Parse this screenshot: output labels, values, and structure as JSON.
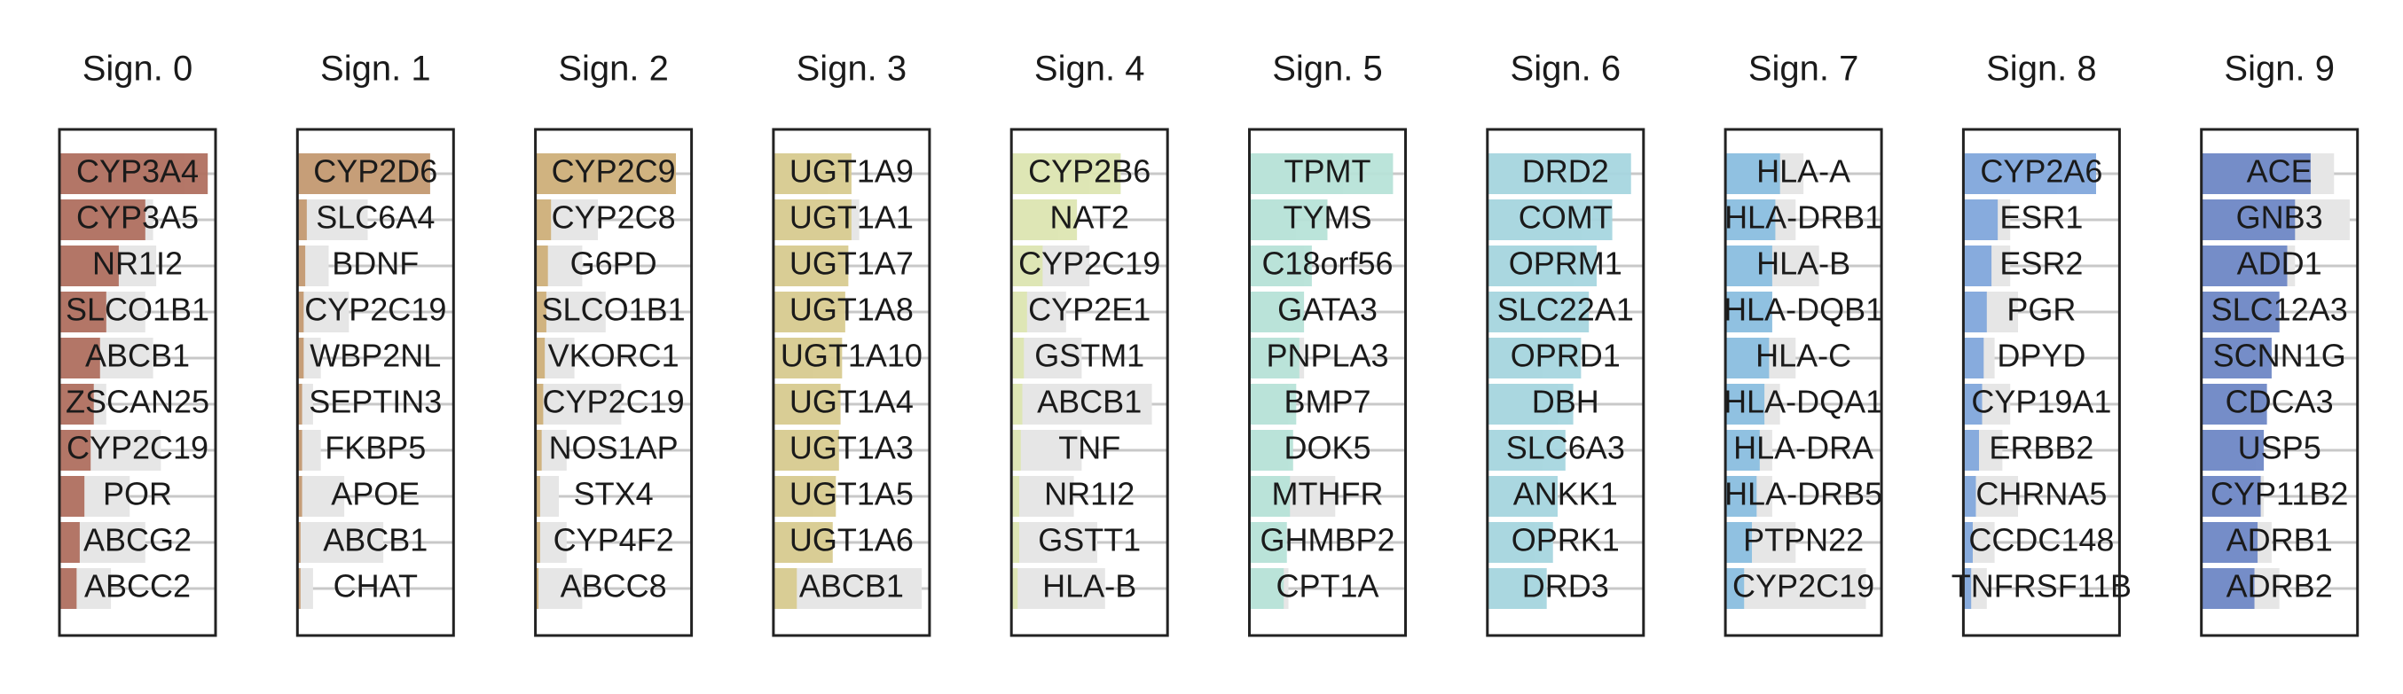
{
  "figure": {
    "background": "#ffffff",
    "track_color": "#c8c8c8",
    "reference_bar_color": "#e6e6e6",
    "frame_color": "#222222"
  },
  "chart_data": {
    "type": "bar",
    "orientation": "horizontal",
    "grid": false,
    "legend": "none",
    "xlim": [
      0,
      1
    ],
    "note_on_values": "Each panel shows 10 genes; value = relative bar length (fraction of panel width), estimated from the image. 'ref' = light-grey background bar.",
    "panels": [
      {
        "title": "Sign. 0",
        "color": "#b07060",
        "categories": [
          "CYP3A4",
          "CYP3A5",
          "NR1I2",
          "SLCO1B1",
          "ABCB1",
          "ZSCAN25",
          "CYP2C19",
          "POR",
          "ABCG2",
          "ABCC2"
        ],
        "values": [
          0.95,
          0.55,
          0.38,
          0.3,
          0.26,
          0.22,
          0.2,
          0.16,
          0.13,
          0.11
        ],
        "ref": [
          0.8,
          0.6,
          0.62,
          0.55,
          0.6,
          0.3,
          0.65,
          0.45,
          0.55,
          0.33
        ]
      },
      {
        "title": "Sign. 1",
        "color": "#c49a72",
        "categories": [
          "CYP2D6",
          "SLC6A4",
          "BDNF",
          "CYP2C19",
          "WBP2NL",
          "SEPTIN3",
          "FKBP5",
          "APOE",
          "ABCB1",
          "CHAT"
        ],
        "values": [
          0.85,
          0.06,
          0.05,
          0.04,
          0.04,
          0.03,
          0.03,
          0.03,
          0.02,
          0.02
        ],
        "ref": [
          0.85,
          0.45,
          0.2,
          0.33,
          0.15,
          0.1,
          0.15,
          0.3,
          0.55,
          0.1
        ]
      },
      {
        "title": "Sign. 2",
        "color": "#cfb07a",
        "categories": [
          "CYP2C9",
          "CYP2C8",
          "G6PD",
          "SLCO1B1",
          "VKORC1",
          "CYP2C19",
          "NOS1AP",
          "STX4",
          "CYP4F2",
          "ABCC8"
        ],
        "values": [
          0.9,
          0.1,
          0.08,
          0.07,
          0.06,
          0.05,
          0.04,
          0.03,
          0.03,
          0.02
        ],
        "ref": [
          0.85,
          0.4,
          0.3,
          0.45,
          0.25,
          0.55,
          0.2,
          0.15,
          0.2,
          0.3
        ]
      },
      {
        "title": "Sign. 3",
        "color": "#d8cb90",
        "categories": [
          "UGT1A9",
          "UGT1A1",
          "UGT1A7",
          "UGT1A8",
          "UGT1A10",
          "UGT1A4",
          "UGT1A3",
          "UGT1A5",
          "UGT1A6",
          "ABCB1"
        ],
        "values": [
          0.5,
          0.5,
          0.48,
          0.46,
          0.44,
          0.43,
          0.42,
          0.4,
          0.38,
          0.15
        ],
        "ref": [
          0.35,
          0.55,
          0.3,
          0.3,
          0.25,
          0.3,
          0.3,
          0.25,
          0.3,
          0.95
        ]
      },
      {
        "title": "Sign. 4",
        "color": "#dde6b2",
        "categories": [
          "CYP2B6",
          "NAT2",
          "CYP2C19",
          "CYP2E1",
          "GSTM1",
          "ABCB1",
          "TNF",
          "NR1I2",
          "GSTT1",
          "HLA-B"
        ],
        "values": [
          0.7,
          0.42,
          0.2,
          0.1,
          0.08,
          0.07,
          0.06,
          0.05,
          0.05,
          0.04
        ],
        "ref": [
          0.5,
          0.3,
          0.5,
          0.35,
          0.45,
          0.9,
          0.45,
          0.4,
          0.55,
          0.6
        ]
      },
      {
        "title": "Sign. 5",
        "color": "#b7e3d8",
        "categories": [
          "TPMT",
          "TYMS",
          "C18orf56",
          "GATA3",
          "PNPLA3",
          "BMP7",
          "DOK5",
          "MTHFR",
          "GHMBP2",
          "CPT1A"
        ],
        "values": [
          0.92,
          0.5,
          0.4,
          0.35,
          0.32,
          0.3,
          0.28,
          0.26,
          0.24,
          0.22
        ],
        "ref": [
          0.6,
          0.3,
          0.35,
          0.2,
          0.35,
          0.25,
          0.25,
          0.55,
          0.2,
          0.25
        ]
      },
      {
        "title": "Sign. 6",
        "color": "#a6d6df",
        "categories": [
          "DRD2",
          "COMT",
          "OPRM1",
          "SLC22A1",
          "OPRD1",
          "DBH",
          "SLC6A3",
          "ANKK1",
          "OPRK1",
          "DRD3"
        ],
        "values": [
          0.92,
          0.8,
          0.7,
          0.65,
          0.6,
          0.55,
          0.5,
          0.45,
          0.42,
          0.38
        ],
        "ref": [
          0.6,
          0.6,
          0.55,
          0.4,
          0.35,
          0.45,
          0.35,
          0.4,
          0.3,
          0.35
        ]
      },
      {
        "title": "Sign. 7",
        "color": "#8bbfe0",
        "categories": [
          "HLA-A",
          "HLA-DRB1",
          "HLA-B",
          "HLA-DQB1",
          "HLA-C",
          "HLA-DQA1",
          "HLA-DRA",
          "HLA-DRB5",
          "PTPN22",
          "CYP2C19"
        ],
        "values": [
          0.35,
          0.32,
          0.3,
          0.3,
          0.28,
          0.25,
          0.22,
          0.2,
          0.17,
          0.12
        ],
        "ref": [
          0.5,
          0.45,
          0.6,
          0.3,
          0.45,
          0.35,
          0.3,
          0.3,
          0.45,
          0.9
        ]
      },
      {
        "title": "Sign. 8",
        "color": "#82a8dc",
        "categories": [
          "CYP2A6",
          "ESR1",
          "ESR2",
          "PGR",
          "DPYD",
          "CYP19A1",
          "ERBB2",
          "CHRNA5",
          "CCDC148",
          "TNFRSF11B"
        ],
        "values": [
          0.85,
          0.22,
          0.18,
          0.15,
          0.13,
          0.12,
          0.1,
          0.08,
          0.06,
          0.05
        ],
        "ref": [
          0.6,
          0.3,
          0.3,
          0.35,
          0.2,
          0.3,
          0.25,
          0.35,
          0.2,
          0.15
        ]
      },
      {
        "title": "Sign. 9",
        "color": "#6f88c6",
        "categories": [
          "ACE",
          "GNB3",
          "ADD1",
          "SLC12A3",
          "SCNN1G",
          "CDCA3",
          "USP5",
          "CYP11B2",
          "ADRB1",
          "ADRB2"
        ],
        "values": [
          0.7,
          0.6,
          0.55,
          0.5,
          0.45,
          0.42,
          0.4,
          0.38,
          0.36,
          0.34
        ],
        "ref": [
          0.85,
          0.95,
          0.6,
          0.5,
          0.45,
          0.4,
          0.35,
          0.4,
          0.45,
          0.5
        ]
      }
    ]
  }
}
